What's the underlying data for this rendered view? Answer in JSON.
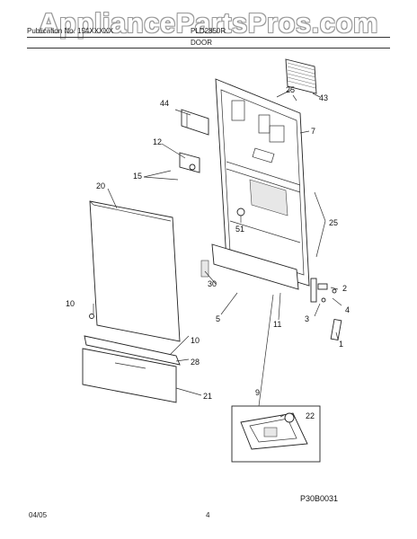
{
  "watermark": "AppliancePartsPros.com",
  "header": {
    "publication": "Publication No. 154XXXXX",
    "model": "PLD2850R",
    "section": "DOOR"
  },
  "callouts": {
    "c25_top": "25",
    "c43": "43",
    "c44": "44",
    "c7": "7",
    "c12": "12",
    "c15": "15",
    "c20": "20",
    "c51": "51",
    "c25_right": "25",
    "c30": "30",
    "c2": "2",
    "c10_left": "10",
    "c4": "4",
    "c3": "3",
    "c5": "5",
    "c11": "11",
    "c1": "1",
    "c10_lower": "10",
    "c28": "28",
    "c21": "21",
    "c9": "9",
    "c22": "22"
  },
  "drawing_code": "P30B0031",
  "footer": {
    "date": "04/05",
    "page": "4"
  }
}
